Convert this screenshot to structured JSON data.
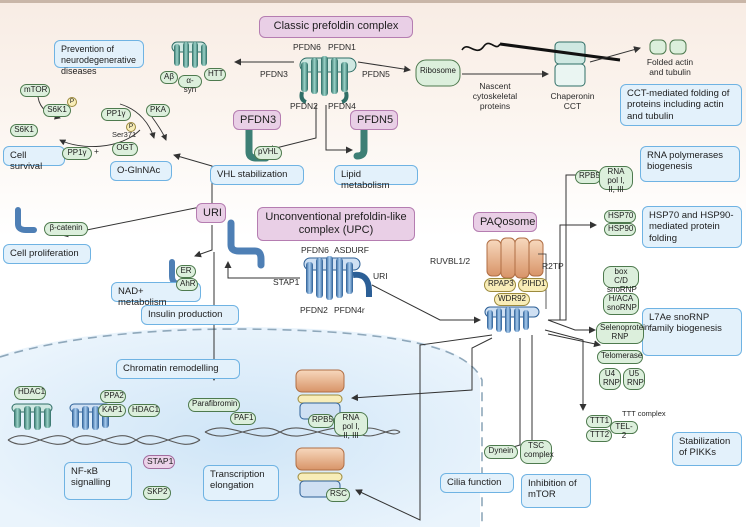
{
  "title_boxes": {
    "classic": "Classic prefoldin complex",
    "upc": "Unconventional prefoldin-like complex (UPC)",
    "paqosome": "PAQosome",
    "uri": "URI",
    "pfdn3": "PFDN3",
    "pfdn5": "PFDN5",
    "stap1": "STAP1"
  },
  "function_boxes": {
    "neuro": "Prevention of neurodegenerative diseases",
    "cct": "CCT-mediated folding of proteins including actin and tubulin",
    "vhl": "VHL stabilization",
    "lipid": "Lipid metabolism",
    "survival": "Cell survival",
    "oglcnac": "O-GlnNAc",
    "proliferation": "Cell proliferation",
    "nad": "NAD+ metabolism",
    "insulin": "Insulin production",
    "chromatin": "Chromatin remodelling",
    "nfkb": "NF-κB signalling",
    "transcription": "Transcription elongation",
    "cilia": "Cilia function",
    "mtor": "Inhibition of mTOR",
    "rnapol": "RNA polymerases biogenesis",
    "hsp": "HSP70 and HSP90-mediated protein folding",
    "l7ae": "L7Ae snoRNP family biogenesis",
    "pikk": "Stabilization of PIKKs"
  },
  "labels": {
    "pfdn6_top": "PFDN6",
    "pfdn1": "PFDN1",
    "pfdn3": "PFDN3",
    "pfdn5": "PFDN5",
    "pfdn2_top": "PFDN2",
    "pfdn4": "PFDN4",
    "pfdn6_upc": "PFDN6",
    "asdurf": "ASDURF",
    "stap1_lbl": "STAP1",
    "uri_lbl": "URI",
    "pfdn2_upc": "PFDN2",
    "pfdn4r": "PFDN4r",
    "ruvbl": "RUVBL1/2",
    "r2tp": "R2TP",
    "nascent": "Nascent cytoskeletal proteins",
    "chaperonin": "Chaperonin CCT",
    "folded": "Folded actin and tubulin",
    "ttt": "TTT complex"
  },
  "pills": {
    "htt": "HTT",
    "ab": "Aβ",
    "asyn": "α-syn",
    "ribosome": "Ribosome",
    "mtor": "mTOR",
    "s6k1a": "S6K1",
    "s6k1b": "S6K1",
    "pp1g_a": "PP1γ",
    "pp1g_b": "PP1γ",
    "pka": "PKA",
    "ogt": "OGT",
    "ser371": "Ser371",
    "p": "P",
    "pvhl": "pVHL",
    "bcat": "β-catenin",
    "er": "ER",
    "ahr": "AhR",
    "rpap3": "RPAP3",
    "pihd1": "PIHD1",
    "wdr92": "WDR92",
    "rpb5_top": "RPB5",
    "rnapol_top": "RNA pol I, II, III",
    "hsp70": "HSP70",
    "hsp90": "HSP90",
    "boxcd": "box C/D snoRNP",
    "haca": "H/ACA snoRNP",
    "selenoprotein": "Selenoprotein RNP",
    "telomerase": "Telomerase",
    "u4": "U4 RNP",
    "u5": "U5 RNP",
    "ttt1": "TTT1",
    "ttt2": "TTT2",
    "tel2": "TEL-2",
    "dynein": "Dynein",
    "tsc": "TSC complex",
    "hdac1a": "HDAC1",
    "hdac1b": "HDAC1",
    "ppa2": "PPA2",
    "kap1": "KAP1",
    "parafibromin": "Parafibromin",
    "paf1": "PAF1",
    "rpb5_nuc": "RPB5",
    "rnapol_nuc": "RNA pol I, II, III",
    "skp2": "SKP2",
    "rsc": "RSC"
  },
  "colors": {
    "function_box_fill": "#e3f1fb",
    "function_box_border": "#6fb3e3",
    "complex_box_fill": "#e9cfe6",
    "complex_box_border": "#b57db1",
    "prefoldin": "#5f9e94",
    "upc": "#5f8fc4",
    "paqosome": "#f2c7a4",
    "nucleus": "#d6ebf9",
    "pill": "#dcefdc"
  }
}
